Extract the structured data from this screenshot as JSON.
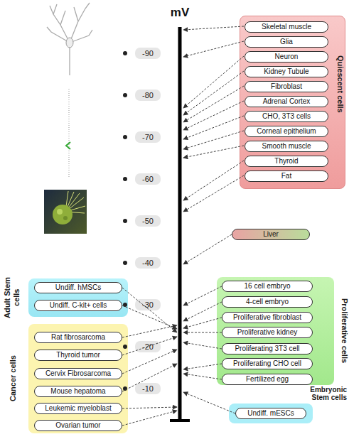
{
  "diagram": {
    "nodes": [
      {
        "text": [
          "Quiescent cells"
        ]
      },
      {
        "text": [
          "Skeletal muscle"
        ],
        "in": 0
      },
      {
        "text": [
          "Glia"
        ],
        "in": 0
      },
      {
        "text": [
          "Neuron"
        ],
        "in": 0
      },
      {
        "text": [
          "Kidney Tubule"
        ],
        "in": 0
      },
      {
        "text": [
          "Fibroblast"
        ],
        "in": 0
      },
      {
        "text": [
          "Adrenal Cortex"
        ],
        "in": 0
      },
      {
        "text": [
          "CHO, 3T3 cells"
        ],
        "in": 0
      },
      {
        "text": [
          "Corneal epithelium"
        ],
        "in": 0
      },
      {
        "text": [
          "Smooth muscle"
        ],
        "in": 0
      },
      {
        "text": [
          "Thyroid"
        ],
        "in": 0
      },
      {
        "text": [
          "Fat"
        ],
        "in": 0
      },
      {
        "text": [
          "Liver"
        ]
      },
      {
        "text": [
          "Adult Stem cells"
        ]
      },
      {
        "text": [
          "Undiff. hMSCs"
        ],
        "in": 13
      },
      {
        "text": [
          "Undiff. C-kit+ cells"
        ],
        "in": 13
      },
      {
        "text": [
          "Proliferative cells"
        ]
      },
      {
        "text": [
          "16 cell embryo"
        ],
        "in": 16
      },
      {
        "text": [
          "4-cell embryo"
        ],
        "in": 16
      },
      {
        "text": [
          "Proliferative fibroblast"
        ],
        "in": 16
      },
      {
        "text": [
          "Proliferative kidney"
        ],
        "in": 16
      },
      {
        "text": [
          "Proliferating 3T3 cell"
        ],
        "in": 16
      },
      {
        "text": [
          "Proliferating CHO cell"
        ],
        "in": 16
      },
      {
        "text": [
          "Fertilized egg"
        ],
        "in": 16
      },
      {
        "text": [
          "Cancer cells"
        ]
      },
      {
        "text": [
          "Rat fibrosarcoma"
        ],
        "in": 24
      },
      {
        "text": [
          "Thyroid tumor"
        ],
        "in": 24
      },
      {
        "text": [
          "Cervix Fibrosarcoma"
        ],
        "in": 24
      },
      {
        "text": [
          "Mouse hepatoma"
        ],
        "in": 24
      },
      {
        "text": [
          "Leukemic myeloblast"
        ],
        "in": 24
      },
      {
        "text": [
          "Ovarian tumor"
        ],
        "in": 24
      },
      {
        "text": [
          "Embryonic Stem cells"
        ]
      },
      {
        "text": [
          "Undiff. mESCs"
        ],
        "in": 31
      }
    ],
    "labels": [
      "mV",
      "-90",
      "-80",
      "-70",
      "-60",
      "-50",
      "-40",
      "-30",
      "-20",
      "-10"
    ]
  }
}
